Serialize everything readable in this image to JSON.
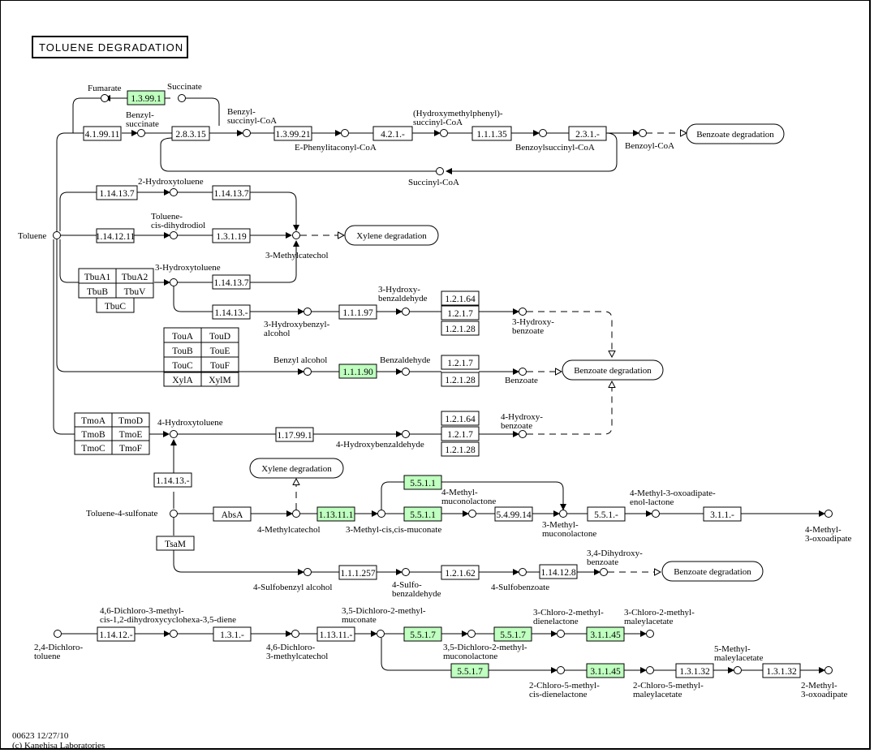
{
  "title": "TOLUENE DEGRADATION",
  "footer": {
    "id_date": "00623 12/27/10",
    "copyright": "(c) Kanehisa Laboratories"
  },
  "colors": {
    "enzyme_highlight": "#bfffbf",
    "line": "#000000",
    "background": "#ffffff"
  },
  "compounds": {
    "fumarate": "Fumarate",
    "succinate": "Succinate",
    "benzylsuccinate": [
      "Benzyl-",
      "succinate"
    ],
    "benzylsuccinyl_coa": [
      "Benzyl-",
      "succinyl-CoA"
    ],
    "e_phenylitaconyl_coa": "E-Phenylitaconyl-CoA",
    "hydroxymethylphenyl_succinyl_coa": [
      "(Hydroxymethylphenyl)-",
      "succinyl-CoA"
    ],
    "benzoylsuccinyl_coa": "Benzoylsuccinyl-CoA",
    "benzoyl_coa": "Benzoyl-CoA",
    "succinyl_coa": "Succinyl-CoA",
    "toluene": "Toluene",
    "hydroxytoluene_2": "2-Hydroxytoluene",
    "toluene_cis_dihydrodiol": [
      "Toluene-",
      "cis-dihydrodiol"
    ],
    "methylcatechol_3": "3-Methylcatechol",
    "hydroxytoluene_3": "3-Hydroxytoluene",
    "hydroxybenzyl_alcohol_3": [
      "3-Hydroxybenzyl-",
      "alcohol"
    ],
    "hydroxybenzaldehyde_3": [
      "3-Hydroxy-",
      "benzaldehyde"
    ],
    "hydroxybenzoate_3": [
      "3-Hydroxy-",
      "benzoate"
    ],
    "benzyl_alcohol": "Benzyl alcohol",
    "benzaldehyde": "Benzaldehyde",
    "benzoate": "Benzoate",
    "hydroxytoluene_4": "4-Hydroxytoluene",
    "hydroxybenzaldehyde_4": "4-Hydroxybenzaldehyde",
    "hydroxybenzoate_4": [
      "4-Hydroxy-",
      "benzoate"
    ],
    "toluene_4_sulfonate": "Toluene-4-sulfonate",
    "methylcatechol_4": "4-Methylcatechol",
    "methyl_cis_cis_muconate_3": "3-Methyl-cis,cis-muconate",
    "methylmuconolactone_4": [
      "4-Methyl-",
      "muconolactone"
    ],
    "methylmuconolactone_3": [
      "3-Methyl-",
      "muconolactone"
    ],
    "methyl_oxoadipate_enol_lactone": [
      "4-Methyl-3-oxoadipate-",
      "enol-lactone"
    ],
    "methyl_3_oxoadipate_4": [
      "4-Methyl-",
      "3-oxoadipate"
    ],
    "sulfobenzyl_alcohol_4": "4-Sulfobenzyl alcohol",
    "sulfobenzaldehyde_4": [
      "4-Sulfo-",
      "benzaldehyde"
    ],
    "sulfobenzoate_4": "4-Sulfobenzoate",
    "dihydroxybenzoate_34": [
      "3,4-Dihydroxy-",
      "benzoate"
    ],
    "dichlorotoluene_24": [
      "2,4-Dichloro-",
      "toluene"
    ],
    "dichloro_dihydroxycyclohexadiene": [
      "4,6-Dichloro-3-methyl-",
      "cis-1,2-dihydroxycyclohexa-3,5-diene"
    ],
    "dichloro_methylcatechol_46": [
      "4,6-Dichloro-",
      "3-methylcatechol"
    ],
    "dichloro_methylmuconate_35": [
      "3,5-Dichloro-2-methyl-",
      "muconate"
    ],
    "dichloro_methylmuconolactone_35": [
      "3,5-Dichloro-2-methyl-",
      "muconolactone"
    ],
    "chloro_methyldienelactone_3": [
      "3-Chloro-2-methyl-",
      "dienelactone"
    ],
    "chloro_methylmaleylacetate_3": [
      "3-Chloro-2-methyl-",
      "maleylacetate"
    ],
    "chloro_methyl_cis_dienelactone_2": [
      "2-Chloro-5-methyl-",
      "cis-dienelactone"
    ],
    "chloro_methylmaleylacetate_2": [
      "2-Chloro-5-methyl-",
      "maleylacetate"
    ],
    "methylmaleylacetate_5": [
      "5-Methyl-",
      "maleylacetate"
    ],
    "methyl_3_oxoadipate_2": [
      "2-Methyl-",
      "3-oxoadipate"
    ]
  },
  "maps": {
    "benzoate_degradation": "Benzoate degradation",
    "xylene_degradation": "Xylene degradation"
  },
  "enzymes": {
    "e1_3_99_1": {
      "label": "1.3.99.1",
      "highlighted": true
    },
    "e4_1_99_11": {
      "label": "4.1.99.11",
      "highlighted": false
    },
    "e2_8_3_15": {
      "label": "2.8.3.15",
      "highlighted": false
    },
    "e1_3_99_21": {
      "label": "1.3.99.21",
      "highlighted": false
    },
    "e4_2_1_x": {
      "label": "4.2.1.-",
      "highlighted": false
    },
    "e1_1_1_35": {
      "label": "1.1.1.35",
      "highlighted": false
    },
    "e2_3_1_x": {
      "label": "2.3.1.-",
      "highlighted": false
    },
    "e1_14_13_7_a": {
      "label": "1.14.13.7",
      "highlighted": false
    },
    "e1_14_13_7_b": {
      "label": "1.14.13.7",
      "highlighted": false
    },
    "e1_14_12_11": {
      "label": "1.14.12.11",
      "highlighted": false
    },
    "e1_3_1_19": {
      "label": "1.3.1.19",
      "highlighted": false
    },
    "e1_14_13_7_c": {
      "label": "1.14.13.7",
      "highlighted": false
    },
    "e1_14_13_x_a": {
      "label": "1.14.13.-",
      "highlighted": false
    },
    "e1_1_1_97": {
      "label": "1.1.1.97",
      "highlighted": false
    },
    "e1_2_1_64_a": {
      "label": "1.2.1.64",
      "highlighted": false
    },
    "e1_2_1_7_a": {
      "label": "1.2.1.7",
      "highlighted": false
    },
    "e1_2_1_28_a": {
      "label": "1.2.1.28",
      "highlighted": false
    },
    "e1_1_1_90": {
      "label": "1.1.1.90",
      "highlighted": true
    },
    "e1_2_1_7_b": {
      "label": "1.2.1.7",
      "highlighted": false
    },
    "e1_2_1_28_b": {
      "label": "1.2.1.28",
      "highlighted": false
    },
    "e1_17_99_1": {
      "label": "1.17.99.1",
      "highlighted": false
    },
    "e1_2_1_64_c": {
      "label": "1.2.1.64",
      "highlighted": false
    },
    "e1_2_1_7_c": {
      "label": "1.2.1.7",
      "highlighted": false
    },
    "e1_2_1_28_c": {
      "label": "1.2.1.28",
      "highlighted": false
    },
    "e1_14_13_x_b": {
      "label": "1.14.13.-",
      "highlighted": false
    },
    "absa": {
      "label": "AbsA",
      "highlighted": false
    },
    "tsam": {
      "label": "TsaM",
      "highlighted": false
    },
    "e1_13_11_1": {
      "label": "1.13.11.1",
      "highlighted": true
    },
    "e5_5_1_1_a": {
      "label": "5.5.1.1",
      "highlighted": true
    },
    "e5_5_1_1_b": {
      "label": "5.5.1.1",
      "highlighted": true
    },
    "e5_4_99_14": {
      "label": "5.4.99.14",
      "highlighted": false
    },
    "e5_5_1_x": {
      "label": "5.5.1.-",
      "highlighted": false
    },
    "e3_1_1_x": {
      "label": "3.1.1.-",
      "highlighted": false
    },
    "e1_1_1_257": {
      "label": "1.1.1.257",
      "highlighted": false
    },
    "e1_2_1_62": {
      "label": "1.2.1.62",
      "highlighted": false
    },
    "e1_14_12_8": {
      "label": "1.14.12.8",
      "highlighted": false
    },
    "e1_14_12_x": {
      "label": "1.14.12.-",
      "highlighted": false
    },
    "e1_3_1_x": {
      "label": "1.3.1.-",
      "highlighted": false
    },
    "e1_13_11_x": {
      "label": "1.13.11.-",
      "highlighted": false
    },
    "e5_5_1_7_a": {
      "label": "5.5.1.7",
      "highlighted": true
    },
    "e5_5_1_7_b": {
      "label": "5.5.1.7",
      "highlighted": true
    },
    "e5_5_1_7_c": {
      "label": "5.5.1.7",
      "highlighted": true
    },
    "e3_1_1_45_a": {
      "label": "3.1.1.45",
      "highlighted": true
    },
    "e3_1_1_45_b": {
      "label": "3.1.1.45",
      "highlighted": true
    },
    "e1_3_1_32_a": {
      "label": "1.3.1.32",
      "highlighted": false
    },
    "e1_3_1_32_b": {
      "label": "1.3.1.32",
      "highlighted": false
    }
  },
  "gene_grids": {
    "tbu": [
      "TbuA1",
      "TbuA2",
      "TbuB",
      "TbuV",
      "TbuC"
    ],
    "tou": [
      "TouA",
      "TouD",
      "TouB",
      "TouE",
      "TouC",
      "TouF"
    ],
    "xyl": [
      "XylA",
      "XylM"
    ],
    "tmo": [
      "TmoA",
      "TmoD",
      "TmoB",
      "TmoE",
      "TmoC",
      "TmoF"
    ]
  }
}
